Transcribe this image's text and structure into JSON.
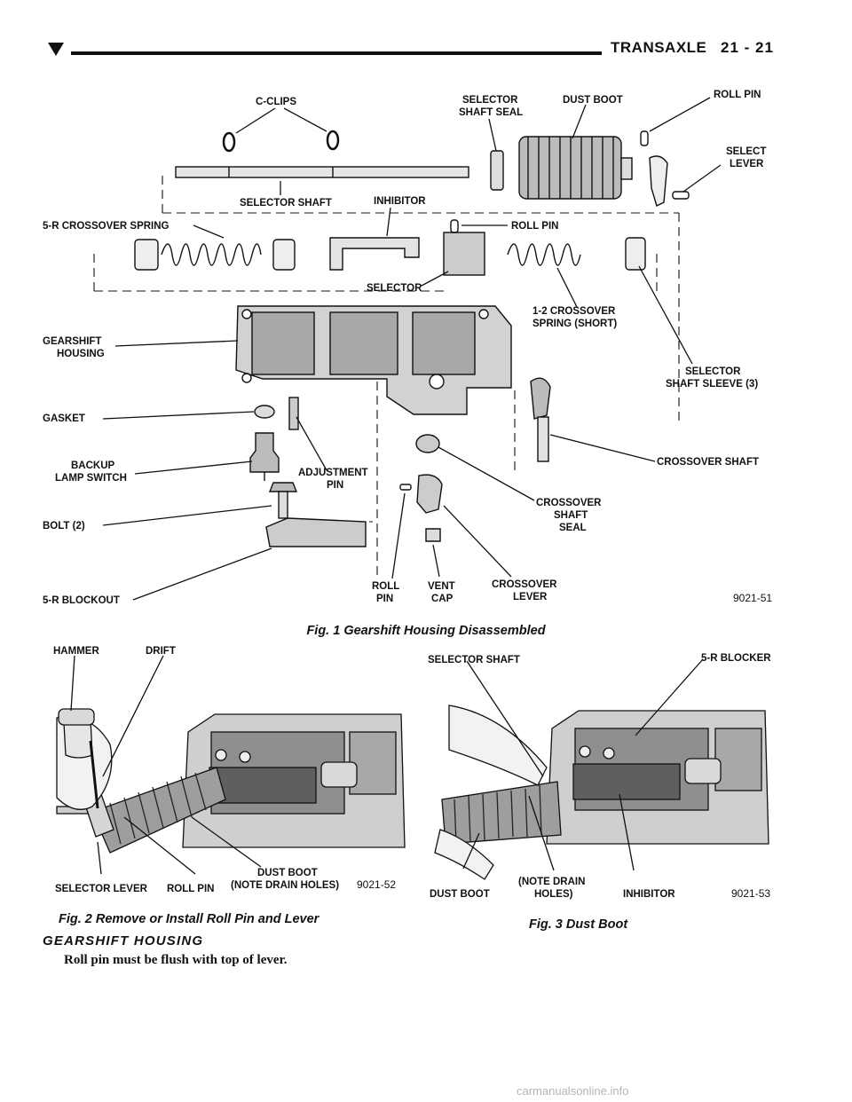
{
  "header": {
    "section_title": "TRANSAXLE",
    "page_number": "21 - 21"
  },
  "figure1": {
    "caption": "Fig. 1 Gearshift Housing Disassembled",
    "code": "9021-51",
    "labels": {
      "c_clips": "C-CLIPS",
      "selector_shaft_seal_1": "SELECTOR",
      "selector_shaft_seal_2": "SHAFT SEAL",
      "dust_boot": "DUST BOOT",
      "roll_pin_top": "ROLL PIN",
      "select_lever_1": "SELECT",
      "select_lever_2": "LEVER",
      "selector_shaft": "SELECTOR SHAFT",
      "inhibitor": "INHIBITOR",
      "crossover_spring_5r": "5-R CROSSOVER SPRING",
      "roll_pin_mid": "ROLL PIN",
      "selector": "SELECTOR",
      "crossover_spring_12_1": "1-2 CROSSOVER",
      "crossover_spring_12_2": "SPRING (SHORT)",
      "gearshift_housing_1": "GEARSHIFT",
      "gearshift_housing_2": "HOUSING",
      "selector_shaft_sleeve_1": "SELECTOR",
      "selector_shaft_sleeve_2": "SHAFT SLEEVE (3)",
      "gasket": "GASKET",
      "crossover_shaft": "CROSSOVER SHAFT",
      "backup_lamp_switch_1": "BACKUP",
      "backup_lamp_switch_2": "LAMP SWITCH",
      "adjustment_pin_1": "ADJUSTMENT",
      "adjustment_pin_2": "PIN",
      "crossover_shaft_seal_1": "CROSSOVER",
      "crossover_shaft_seal_2": "SHAFT",
      "crossover_shaft_seal_3": "SEAL",
      "bolt": "BOLT (2)",
      "blockout_5r": "5-R BLOCKOUT",
      "roll_pin_bottom_1": "ROLL",
      "roll_pin_bottom_2": "PIN",
      "vent_cap_1": "VENT",
      "vent_cap_2": "CAP",
      "crossover_lever_1": "CROSSOVER",
      "crossover_lever_2": "LEVER"
    }
  },
  "figure2": {
    "caption": "Fig. 2 Remove or Install Roll Pin and Lever",
    "code": "9021-52",
    "labels": {
      "hammer": "HAMMER",
      "drift": "DRIFT",
      "selector_lever": "SELECTOR LEVER",
      "roll_pin": "ROLL PIN",
      "dust_boot": "DUST BOOT",
      "note": "(NOTE DRAIN HOLES)"
    }
  },
  "figure3": {
    "caption": "Fig. 3 Dust Boot",
    "code": "9021-53",
    "labels": {
      "selector_shaft": "SELECTOR SHAFT",
      "blocker_5r": "5-R BLOCKER",
      "dust_boot": "DUST BOOT",
      "note_1": "(NOTE DRAIN",
      "note_2": "HOLES)",
      "inhibitor": "INHIBITOR"
    }
  },
  "section": {
    "title": "GEARSHIFT HOUSING",
    "text": "Roll pin must be flush with top of lever."
  },
  "watermark": "carmanualsonline.info"
}
